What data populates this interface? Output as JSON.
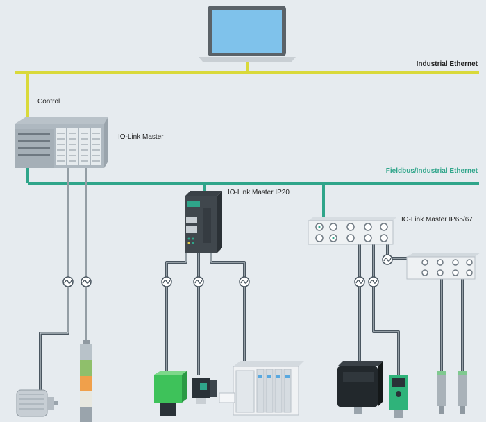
{
  "labels": {
    "industrial_ethernet": "Industrial Ethernet",
    "control": "Control",
    "io_link_master": "IO-Link Master",
    "fieldbus": "Fieldbus/Industrial Ethernet",
    "io_link_master_ip20": "IO-Link Master IP20",
    "io_link_master_ip6567": "IO-Link Master IP65/67"
  },
  "colors": {
    "industrial_ethernet_line": "#d9d93a",
    "fieldbus_line": "#2fa58a",
    "io_link_cable": "#4a5660",
    "background": "#e6ebef"
  }
}
